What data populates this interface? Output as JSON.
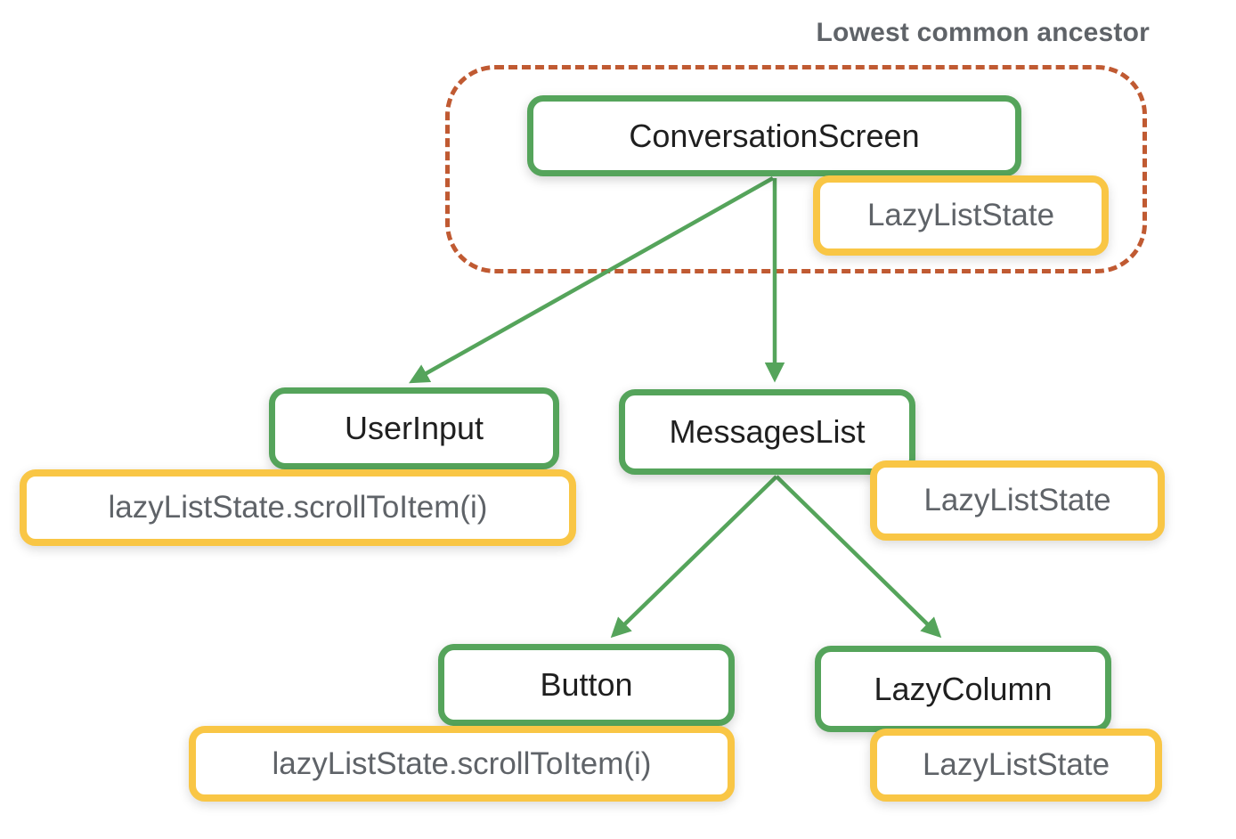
{
  "diagram": {
    "annotation": "Lowest common ancestor",
    "nodes": {
      "conversation_screen": {
        "label": "ConversationScreen"
      },
      "user_input": {
        "label": "UserInput"
      },
      "messages_list": {
        "label": "MessagesList"
      },
      "button": {
        "label": "Button"
      },
      "lazy_column": {
        "label": "LazyColumn"
      }
    },
    "states": {
      "conversation_screen_state": {
        "label": "LazyListState"
      },
      "user_input_call": {
        "label": "lazyListState.scrollToItem(i)"
      },
      "messages_list_state": {
        "label": "LazyListState"
      },
      "button_call": {
        "label": "lazyListState.scrollToItem(i)"
      },
      "lazy_column_state": {
        "label": "LazyListState"
      }
    },
    "edges": [
      {
        "from": "ConversationScreen",
        "to": "UserInput"
      },
      {
        "from": "ConversationScreen",
        "to": "MessagesList"
      },
      {
        "from": "MessagesList",
        "to": "Button"
      },
      {
        "from": "MessagesList",
        "to": "LazyColumn"
      }
    ],
    "colors": {
      "node_border_green": "#55a45b",
      "state_border_yellow": "#f9c645",
      "ancestor_outline_orange": "#c05a32",
      "node_text": "#1f1f1f",
      "state_text": "#5f6368",
      "annotation_text": "#5f6368"
    }
  }
}
